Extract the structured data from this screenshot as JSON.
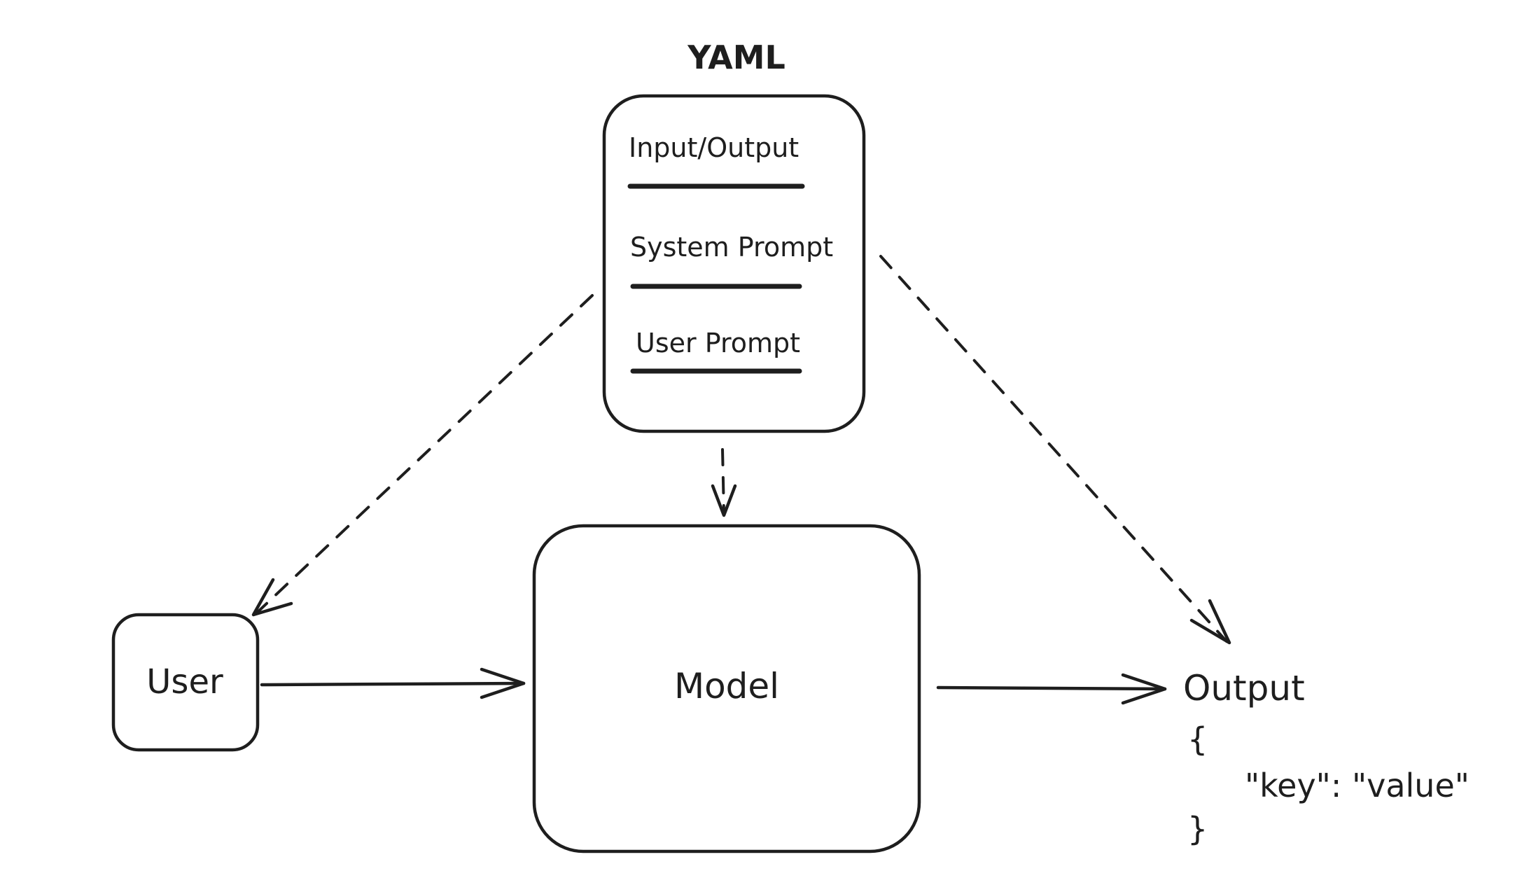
{
  "yaml": {
    "title": "YAML",
    "sections": [
      {
        "label": "Input/Output"
      },
      {
        "label": "System Prompt"
      },
      {
        "label": "User Prompt"
      }
    ]
  },
  "user": {
    "label": "User"
  },
  "model": {
    "label": "Model"
  },
  "output": {
    "title": "Output",
    "lines": [
      "{",
      "\"key\": \"value\"",
      "}"
    ]
  },
  "colors": {
    "stroke": "#1e1e1e",
    "background": "#ffffff"
  }
}
